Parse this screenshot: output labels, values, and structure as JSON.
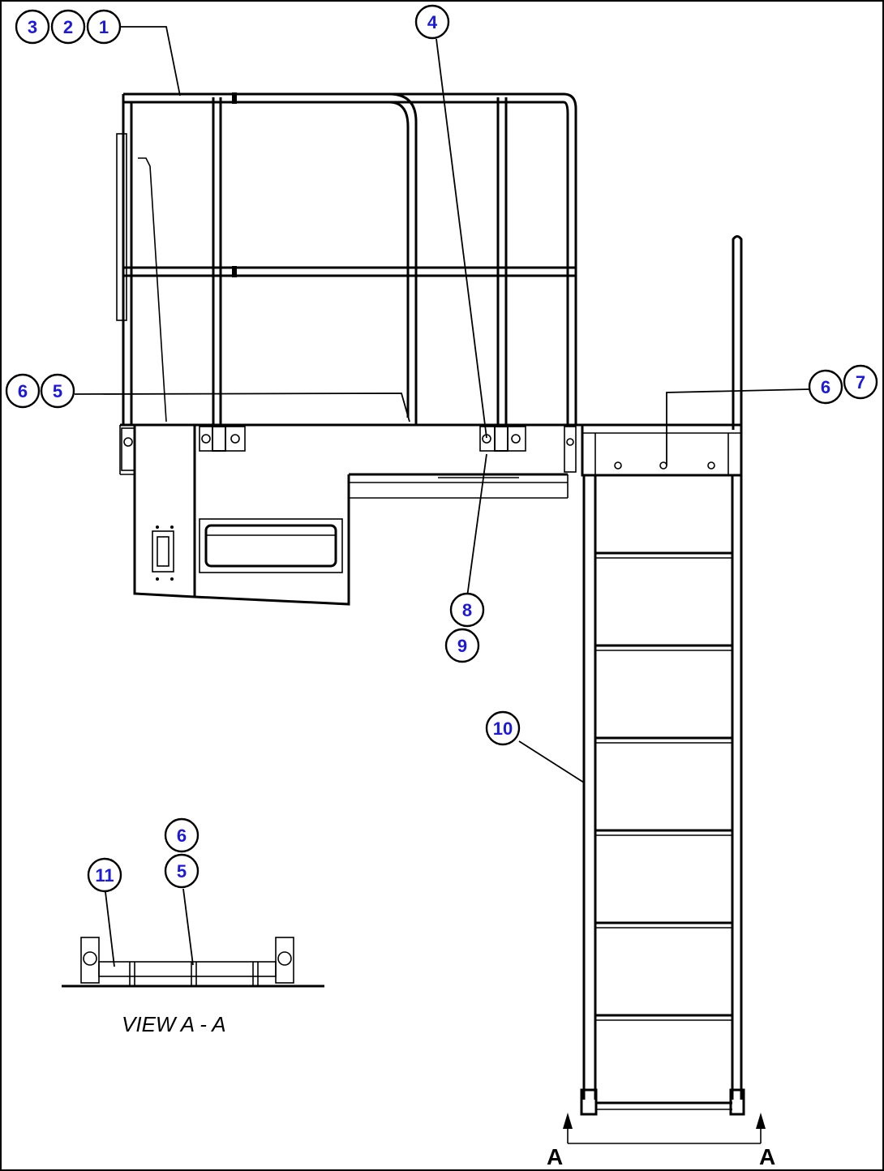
{
  "balloons": {
    "b3": "3",
    "b2": "2",
    "b1": "1",
    "b4": "4",
    "b6a": "6",
    "b5a": "5",
    "b6b": "6",
    "b7": "7",
    "b8": "8",
    "b9": "9",
    "b10": "10",
    "b6c": "6",
    "b5c": "5",
    "b11": "11"
  },
  "view_caption": "VIEW A - A",
  "section_marks": {
    "left": "A",
    "right": "A"
  }
}
